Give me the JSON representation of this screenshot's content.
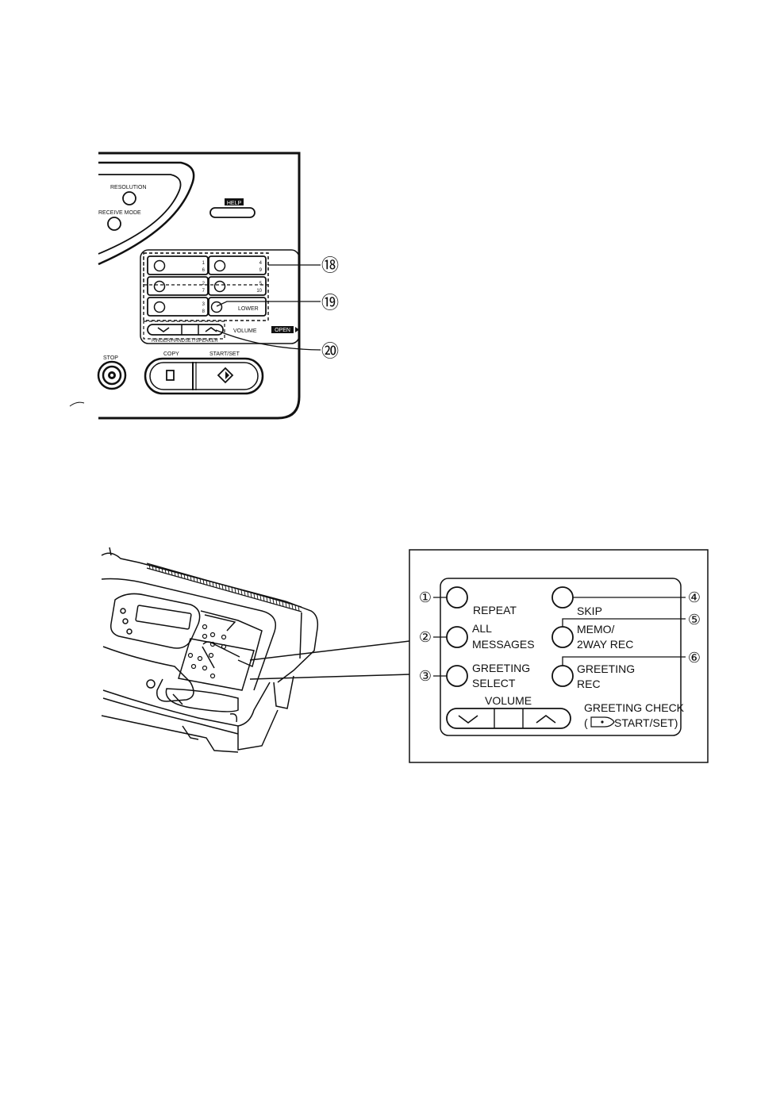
{
  "top_panel": {
    "resolution_label": "RESOLUTION",
    "receive_mode_label": "RECEIVE MODE",
    "help_label": "HELP",
    "stations": [
      {
        "top": "1",
        "bottom": "6"
      },
      {
        "top": "4",
        "bottom": "9"
      },
      {
        "top": "2",
        "bottom": "7"
      },
      {
        "top": "5",
        "bottom": "10"
      },
      {
        "top": "3",
        "bottom": "8"
      }
    ],
    "lower_label": "LOWER",
    "volume_label": "VOLUME",
    "open_label": "OPEN",
    "ringer_label": "RINGER/HANDSET/SPEAKER",
    "stop_label": "STOP",
    "copy_label": "COPY",
    "start_set_label": "START/SET",
    "callouts": [
      "⑱",
      "⑲",
      "⑳"
    ]
  },
  "bottom_panel": {
    "callouts": [
      "①",
      "②",
      "③",
      "④",
      "⑤",
      "⑥"
    ],
    "repeat": "REPEAT",
    "all": "ALL",
    "messages": "MESSAGES",
    "greeting": "GREETING",
    "select": "SELECT",
    "skip": "SKIP",
    "memo": "MEMO/",
    "twoway": "2WAY REC",
    "greeting_rec_1": "GREETING",
    "greeting_rec_2": "REC",
    "volume": "VOLUME",
    "greeting_check": "GREETING CHECK",
    "check_paren_open": "(",
    "check_start_set": "START/SET)"
  },
  "icons": [
    "stop-icon",
    "copy-icon",
    "start-icon",
    "chevron-down-icon",
    "chevron-up-icon"
  ]
}
